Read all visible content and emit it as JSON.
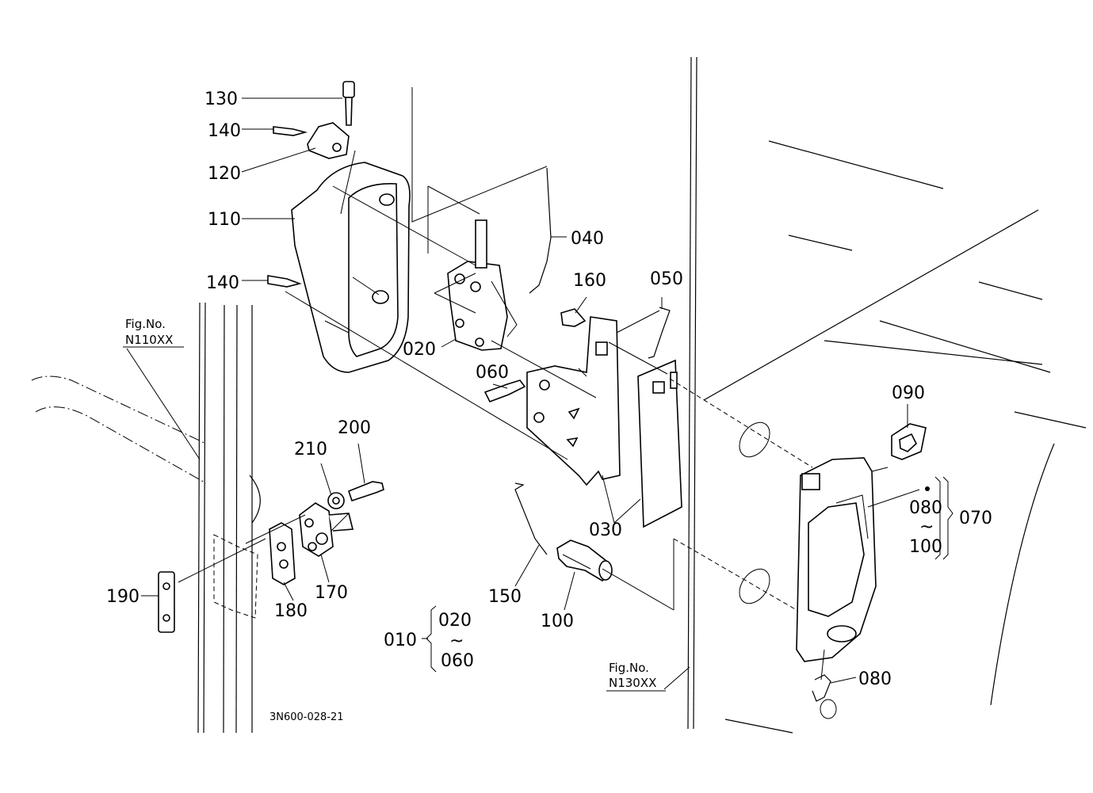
{
  "diagram": {
    "drawing_number": "3N600-028-21",
    "fig_refs": [
      {
        "line1": "Fig.No.",
        "line2": "N110XX"
      },
      {
        "line1": "Fig.No.",
        "line2": "N130XX"
      }
    ],
    "part_labels": [
      "130",
      "140",
      "120",
      "110",
      "140",
      "040",
      "160",
      "050",
      "020",
      "060",
      "090",
      "200",
      "210",
      "080",
      "070",
      "100",
      "190",
      "180",
      "170",
      "150",
      "100",
      "010",
      "020",
      "060",
      "030",
      "080"
    ],
    "range_marks": [
      "~",
      "~"
    ]
  }
}
